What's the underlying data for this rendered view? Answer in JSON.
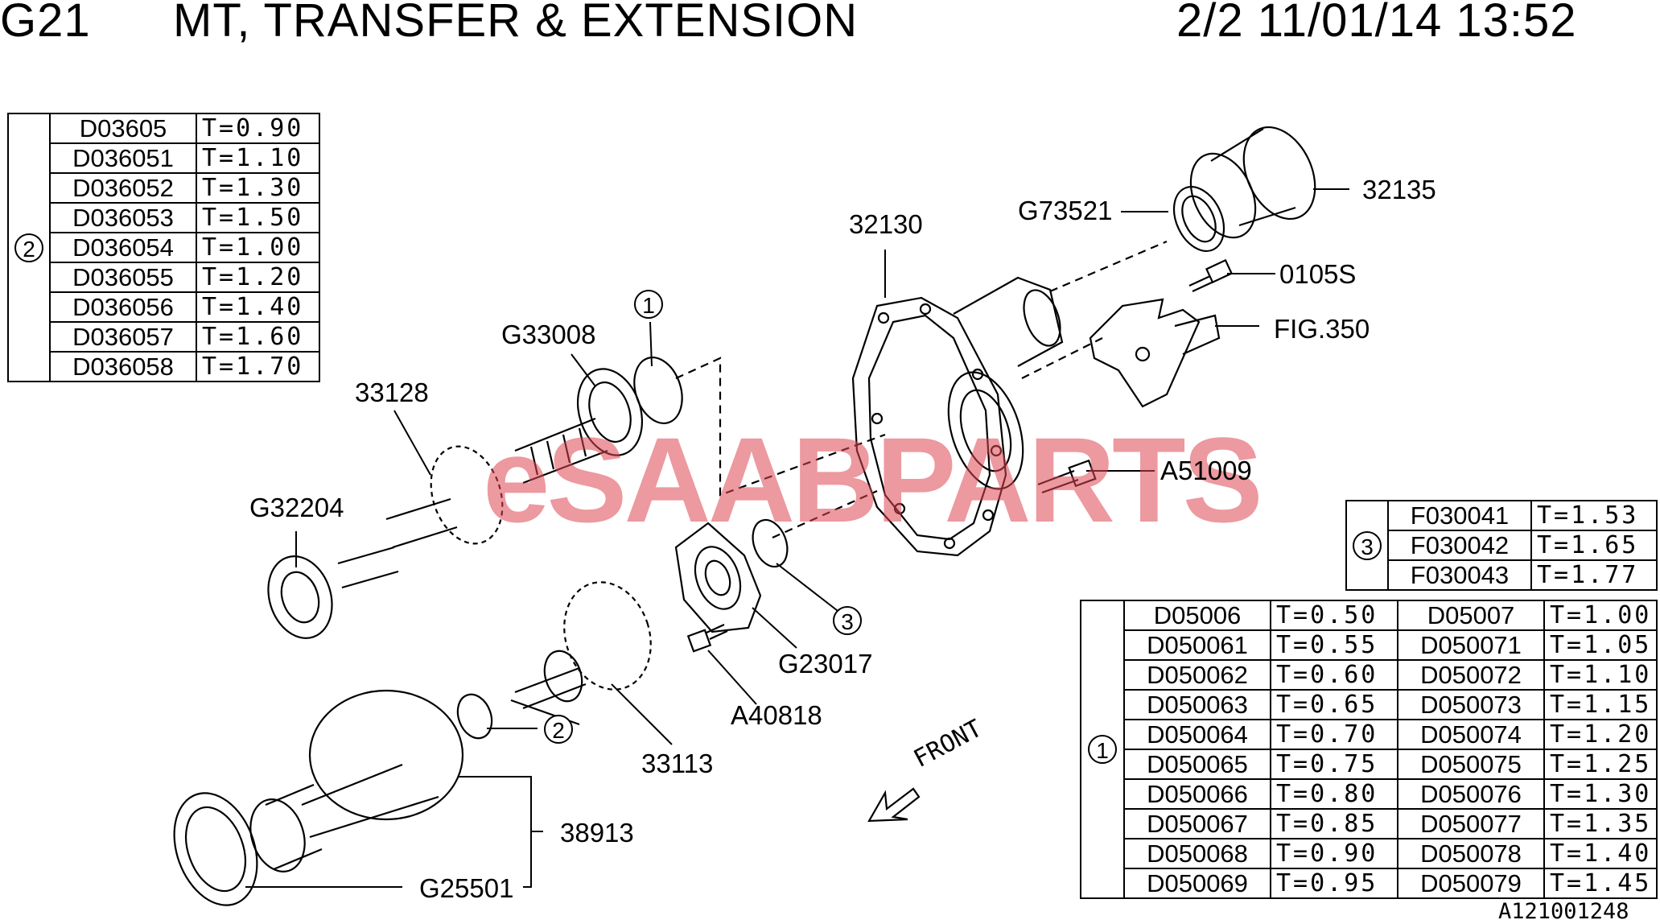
{
  "header": {
    "code": "G21",
    "title": "MT, TRANSFER & EXTENSION",
    "page_info": "2/2 11/01/14 13:52"
  },
  "watermark": "eSAABPARTS",
  "front_label": "FRONT",
  "footer_id": "A121001248",
  "callouts": {
    "c1": "1",
    "c2": "2",
    "c3": "3"
  },
  "part_labels": {
    "p32135": "32135",
    "p32130": "32130",
    "pG73521": "G73521",
    "p0105S": "0105S",
    "pFIG350": "FIG.350",
    "pG33008": "G33008",
    "p33128": "33128",
    "pA51009": "A51009",
    "pG32204": "G32204",
    "pG23017": "G23017",
    "pA40818": "A40818",
    "p33113": "33113",
    "p38913": "38913",
    "pG25501": "G25501"
  },
  "table2": {
    "marker": "2",
    "rows": [
      {
        "code": "D03605",
        "t": "T=0.90"
      },
      {
        "code": "D036051",
        "t": "T=1.10"
      },
      {
        "code": "D036052",
        "t": "T=1.30"
      },
      {
        "code": "D036053",
        "t": "T=1.50"
      },
      {
        "code": "D036054",
        "t": "T=1.00"
      },
      {
        "code": "D036055",
        "t": "T=1.20"
      },
      {
        "code": "D036056",
        "t": "T=1.40"
      },
      {
        "code": "D036057",
        "t": "T=1.60"
      },
      {
        "code": "D036058",
        "t": "T=1.70"
      }
    ]
  },
  "table3": {
    "marker": "3",
    "rows": [
      {
        "code": "F030041",
        "t": "T=1.53"
      },
      {
        "code": "F030042",
        "t": "T=1.65"
      },
      {
        "code": "F030043",
        "t": "T=1.77"
      }
    ]
  },
  "table1": {
    "marker": "1",
    "rows": [
      {
        "c1": "D05006",
        "t1": "T=0.50",
        "c2": "D05007",
        "t2": "T=1.00"
      },
      {
        "c1": "D050061",
        "t1": "T=0.55",
        "c2": "D050071",
        "t2": "T=1.05"
      },
      {
        "c1": "D050062",
        "t1": "T=0.60",
        "c2": "D050072",
        "t2": "T=1.10"
      },
      {
        "c1": "D050063",
        "t1": "T=0.65",
        "c2": "D050073",
        "t2": "T=1.15"
      },
      {
        "c1": "D050064",
        "t1": "T=0.70",
        "c2": "D050074",
        "t2": "T=1.20"
      },
      {
        "c1": "D050065",
        "t1": "T=0.75",
        "c2": "D050075",
        "t2": "T=1.25"
      },
      {
        "c1": "D050066",
        "t1": "T=0.80",
        "c2": "D050076",
        "t2": "T=1.30"
      },
      {
        "c1": "D050067",
        "t1": "T=0.85",
        "c2": "D050077",
        "t2": "T=1.35"
      },
      {
        "c1": "D050068",
        "t1": "T=0.90",
        "c2": "D050078",
        "t2": "T=1.40"
      },
      {
        "c1": "D050069",
        "t1": "T=0.95",
        "c2": "D050079",
        "t2": "T=1.45"
      }
    ]
  }
}
